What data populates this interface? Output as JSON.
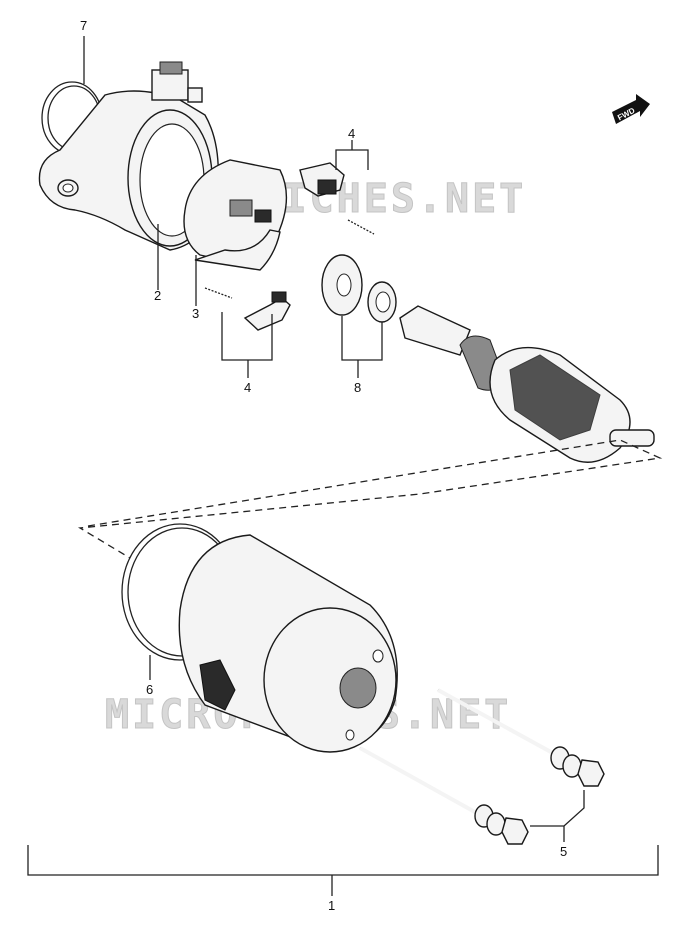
{
  "watermark": "MICROFICHES.NET",
  "fwd_label": "FWD",
  "callouts": {
    "p1": "1",
    "p2": "2",
    "p3": "3",
    "p4_top": "4",
    "p4_bottom": "4",
    "p5": "5",
    "p6": "6",
    "p7": "7",
    "p8": "8"
  }
}
